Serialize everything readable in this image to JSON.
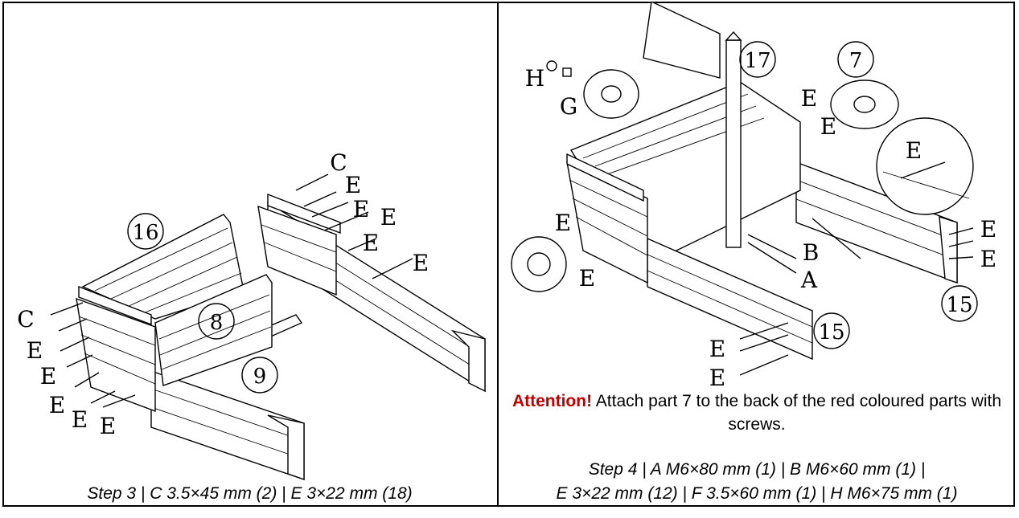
{
  "step3": {
    "part_numbers": [
      "16",
      "8",
      "9"
    ],
    "screw_labels": [
      "C",
      "E",
      "E",
      "E",
      "E",
      "E",
      "C",
      "E",
      "E",
      "E",
      "E",
      "E"
    ],
    "caption": "Step 3 | C 3.5×45 mm (2) | E 3×22 mm (18)"
  },
  "step4": {
    "part_numbers": [
      "17",
      "7",
      "15",
      "15"
    ],
    "labels": [
      "H",
      "G",
      "E",
      "E",
      "E",
      "E",
      "E",
      "B",
      "A",
      "E",
      "E",
      "E",
      "E"
    ],
    "attention_label": "Attention!",
    "attention_text": "Attach part 7 to the back of the red coloured parts with screws.",
    "caption_line1": "Step 4 | A M6×80 mm (1) | B M6×60 mm (1) |",
    "caption_line2": "E 3×22 mm (12) | F 3.5×60 mm (1) | H M6×75 mm (1)"
  }
}
